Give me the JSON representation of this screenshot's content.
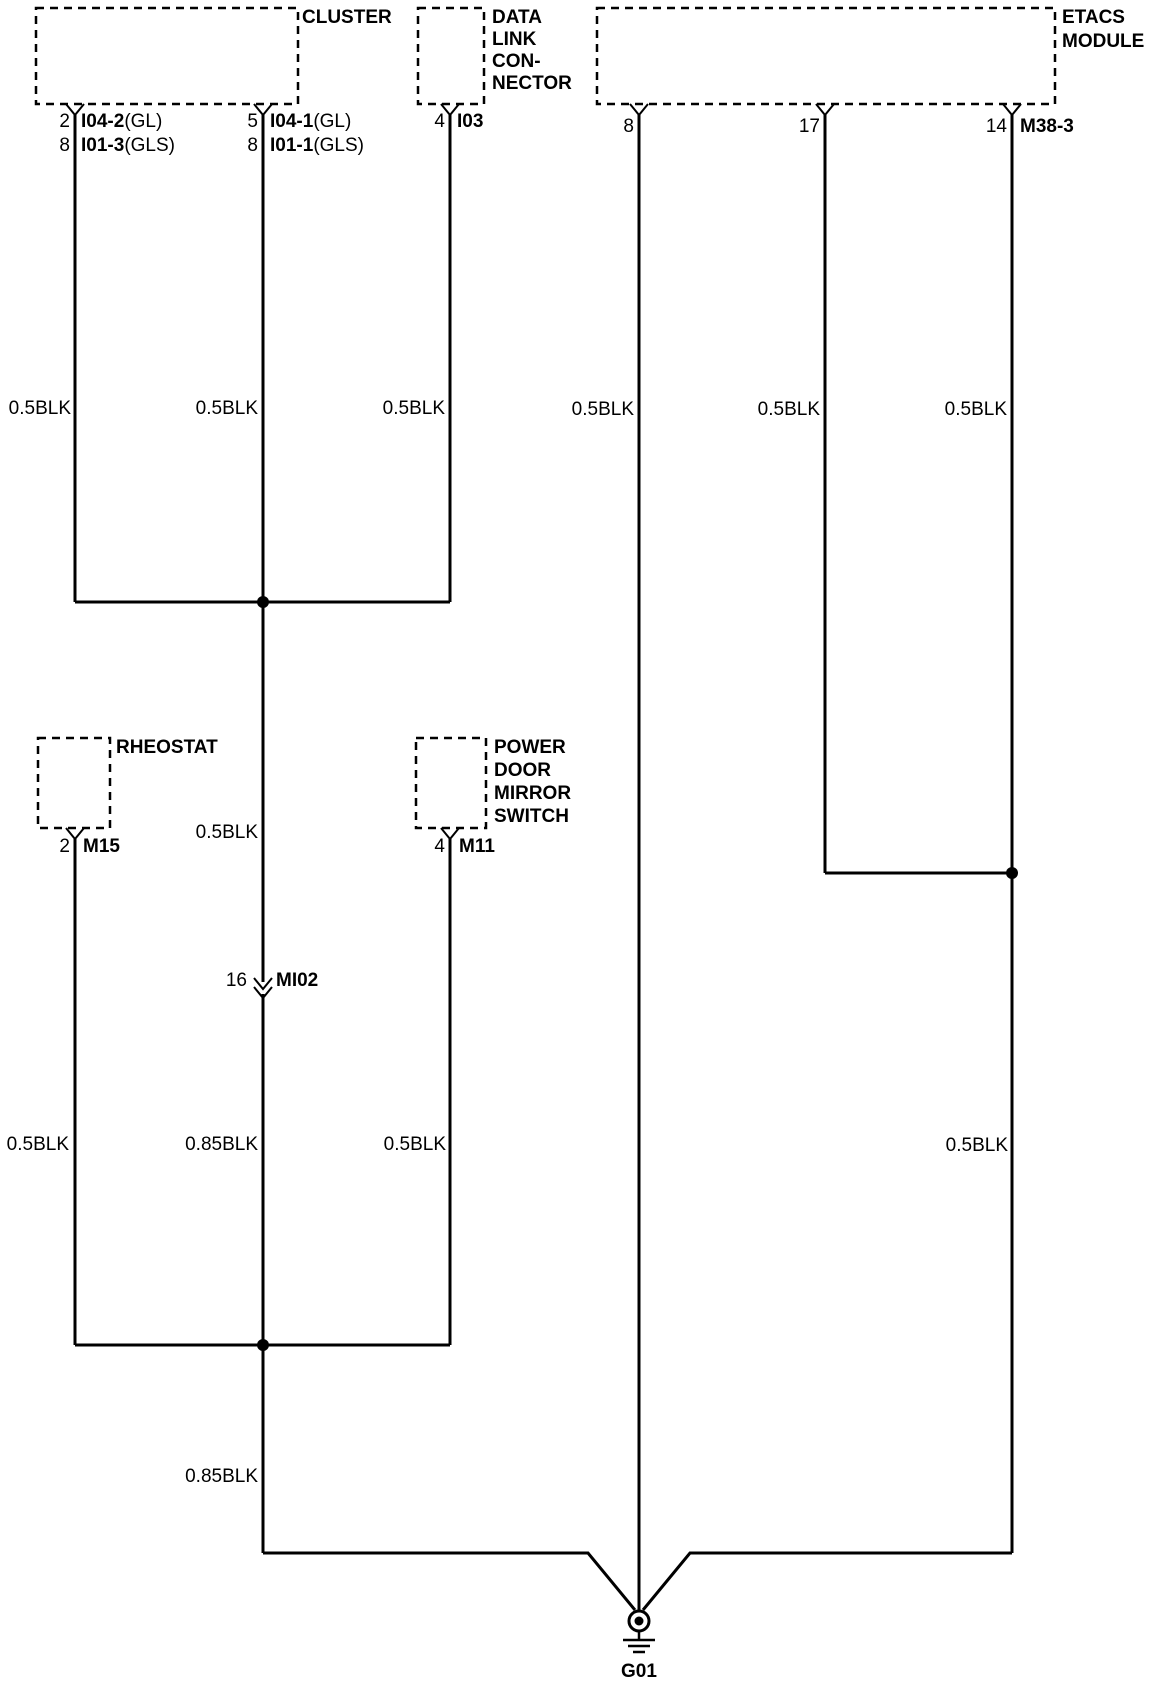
{
  "components": {
    "cluster": {
      "name": "CLUSTER"
    },
    "data_link_connector": {
      "lines": [
        "DATA",
        "LINK",
        "CON-",
        "NECTOR"
      ]
    },
    "etacs_module": {
      "lines": [
        "ETACS",
        "MODULE"
      ]
    },
    "rheostat": {
      "name": "RHEOSTAT"
    },
    "power_door_mirror_switch": {
      "lines": [
        "POWER",
        "DOOR",
        "MIRROR",
        "SWITCH"
      ]
    }
  },
  "connectors": {
    "cluster_a": {
      "pins": [
        "2",
        "8"
      ],
      "ids": [
        "I04-2",
        "I01-3"
      ],
      "suffixes": [
        "(GL)",
        "(GLS)"
      ]
    },
    "cluster_b": {
      "pins": [
        "5",
        "8"
      ],
      "ids": [
        "I04-1",
        "I01-1"
      ],
      "suffixes": [
        "(GL)",
        "(GLS)"
      ]
    },
    "dlc": {
      "pin": "4",
      "id": "I03"
    },
    "etacs": {
      "pins": [
        "8",
        "17",
        "14"
      ],
      "id": "M38-3"
    },
    "rheostat": {
      "pin": "2",
      "id": "M15"
    },
    "mirror_switch": {
      "pin": "4",
      "id": "M11"
    },
    "inline": {
      "pin": "16",
      "id": "MI02"
    }
  },
  "wires": {
    "cluster_a": "0.5BLK",
    "cluster_b": "0.5BLK",
    "dlc": "0.5BLK",
    "etacs_8": "0.5BLK",
    "etacs_17": "0.5BLK",
    "etacs_14": "0.5BLK",
    "trunk_upper": "0.5BLK",
    "rheostat": "0.5BLK",
    "trunk_lower": "0.85BLK",
    "mirror_switch": "0.5BLK",
    "etacs_lower": "0.5BLK",
    "ground_feed": "0.85BLK"
  },
  "ground": {
    "id": "G01"
  }
}
